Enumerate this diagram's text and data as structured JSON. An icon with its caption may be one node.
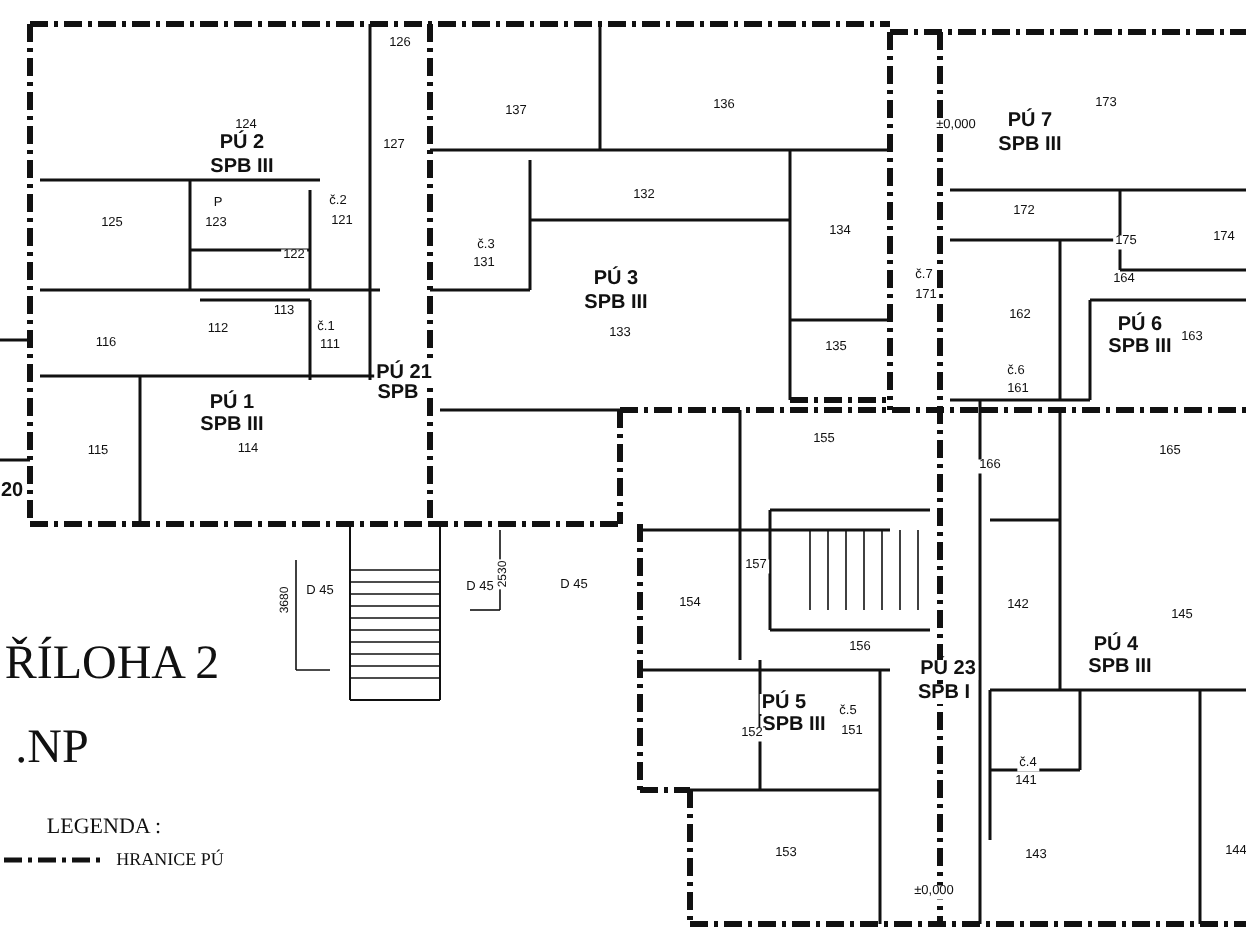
{
  "diagram": {
    "labels": [
      "126",
      "124",
      "PÚ 2",
      "SPB III",
      "127",
      "125",
      "P",
      "č.2",
      "121",
      "123",
      "122",
      "113",
      "116",
      "112",
      "č.1",
      "111",
      "PÚ 21",
      "SPB",
      "PÚ 1",
      "SPB III",
      "114",
      "115",
      "20",
      "137",
      "136",
      "132",
      "č.3",
      "131",
      "PÚ 3",
      "SPB III",
      "133",
      "134",
      "135",
      "173",
      "±0,000",
      "PÚ 7",
      "SPB III",
      "172",
      "175",
      "174",
      "č.7",
      "171",
      "164",
      "162",
      "PÚ 6",
      "SPB III",
      "163",
      "č.6",
      "161",
      "166",
      "165",
      "155",
      "157",
      "154",
      "156",
      "PÚ 23",
      "SPB I",
      "PÚ 5",
      "SPB III",
      "152",
      "č.5",
      "151",
      "153",
      "±0,000",
      "142",
      "145",
      "PÚ 4",
      "SPB III",
      "č.4",
      "141",
      "143",
      "144",
      "3680",
      "D 45",
      "D 45",
      "2530",
      "D 45",
      "ŘÍLOHA 2",
      ".NP",
      "LEGENDA :"
    ],
    "legend": [
      {
        "text": "HRANICE PÚ"
      }
    ]
  }
}
